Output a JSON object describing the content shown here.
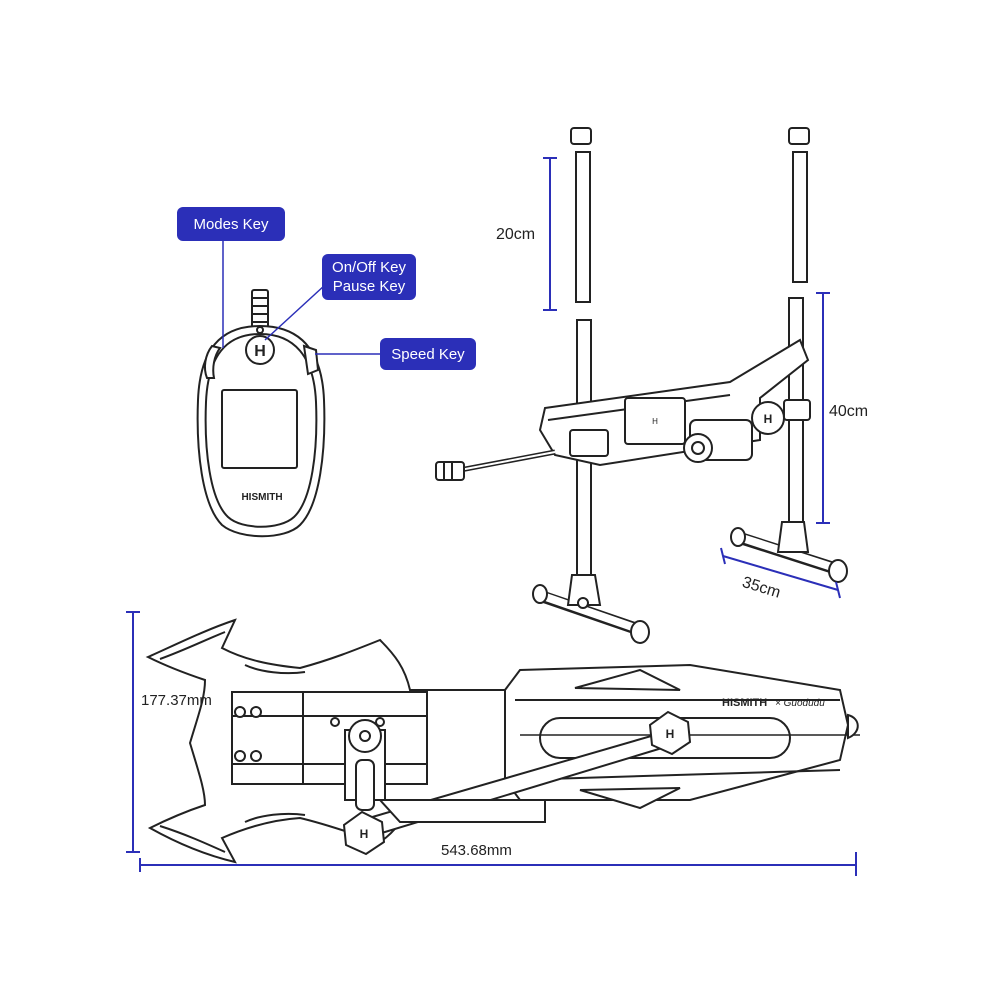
{
  "callouts": {
    "modes_key": "Modes Key",
    "onoff_key_line1": "On/Off Key",
    "onoff_key_line2": "Pause Key",
    "speed_key": "Speed Key"
  },
  "dimensions": {
    "upper_rod": "20cm",
    "lower_rod": "40cm",
    "base_width": "35cm",
    "machine_height": "177.37mm",
    "machine_length": "543.68mm"
  },
  "branding": {
    "remote_logo": "HISMITH",
    "machine_logo": "HISMITH",
    "machine_logo_partner": "× Guodudu"
  },
  "colors": {
    "callout_bg": "#2b2fb8",
    "dimension_line": "#2b2fb8",
    "outline": "#222222",
    "callout_text": "#ffffff"
  }
}
